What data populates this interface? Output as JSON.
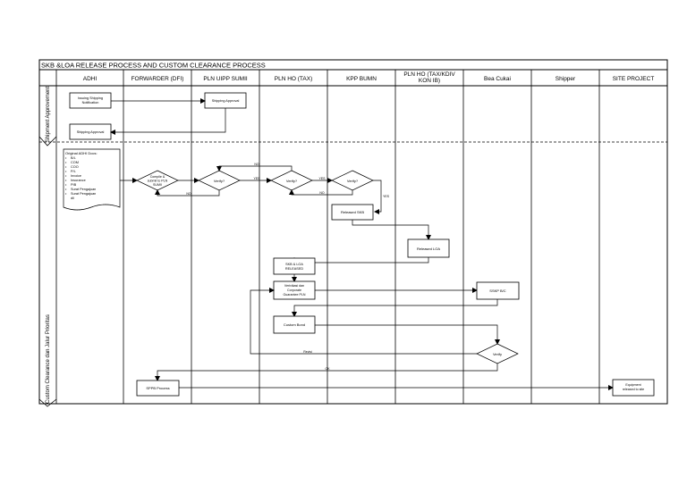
{
  "title": "SKB &LOA RELEASE PROCESS AND CUSTOM CLEARANCE PROCESS",
  "columns": [
    "ADHI",
    "FORWARDER (DFI)",
    "PLN UIPP SUMII",
    "PLN HO (TAX)",
    "KPP BUMN",
    "PLN HO (TAX/KDIV KON IB)",
    "Bea Cukai",
    "Shipper",
    "SITE PROJECT"
  ],
  "phases": [
    "Shipment Approvement",
    "Custom Clearance dan Jalur Prioritas"
  ],
  "shipment": {
    "issuing_notification": "Issuing Shipping Notification",
    "shipping_approval_uipp": "Shipping Approval",
    "shipping_approval_adhi": "Shipping Approval"
  },
  "document": {
    "heading": "Original ADHI Docs:",
    "items": [
      "B/L",
      "COM",
      "COO",
      "P/L",
      "Invoice",
      "Insurance",
      "PIB",
      "Surat Pengajuan",
      "Surat Pengajuan dll"
    ]
  },
  "process": {
    "compile_submit": "Compile & submit to PLN SUMII",
    "verify_uipp": "Verify?",
    "verify_ho": "Verify?",
    "verify_kpp": "Verify?",
    "released_skb": "Released SKB",
    "released_loa": "Released LOA",
    "skb_loa_released": "SKB & LOA RELEASED",
    "verifying": "Verivikasi dan Corporate Guarantee PLN",
    "sspb": "SSKP B/C",
    "custom_bond": "Custom Bond",
    "verify_bc": "Verify",
    "sppb_process": "SPPB Process",
    "equipment_released": "Equipment released to site"
  },
  "flow_labels": {
    "no_1": "NO",
    "no_2": "NO",
    "no_3": "NO",
    "yes_1": "YES",
    "yes_2": "YES",
    "yes_3": "YES",
    "revisi": "Revisi",
    "ok": "OK"
  }
}
